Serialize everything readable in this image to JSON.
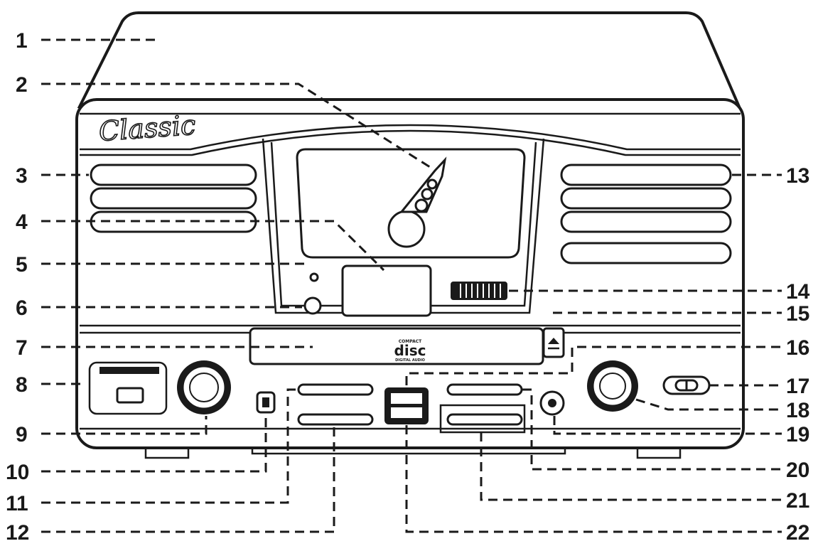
{
  "brand_logo": "Classic",
  "disc_logo": {
    "top_text": "COMPACT",
    "main_text": "disc",
    "bottom_text": "DIGITAL AUDIO"
  },
  "callouts": [
    {
      "id": "callout-1",
      "number": "1"
    },
    {
      "id": "callout-2",
      "number": "2"
    },
    {
      "id": "callout-3",
      "number": "3"
    },
    {
      "id": "callout-4",
      "number": "4"
    },
    {
      "id": "callout-5",
      "number": "5"
    },
    {
      "id": "callout-6",
      "number": "6"
    },
    {
      "id": "callout-7",
      "number": "7"
    },
    {
      "id": "callout-8",
      "number": "8"
    },
    {
      "id": "callout-9",
      "number": "9"
    },
    {
      "id": "callout-10",
      "number": "10"
    },
    {
      "id": "callout-11",
      "number": "11"
    },
    {
      "id": "callout-12",
      "number": "12"
    },
    {
      "id": "callout-13",
      "number": "13"
    },
    {
      "id": "callout-14",
      "number": "14"
    },
    {
      "id": "callout-15",
      "number": "15"
    },
    {
      "id": "callout-16",
      "number": "16"
    },
    {
      "id": "callout-17",
      "number": "17"
    },
    {
      "id": "callout-18",
      "number": "18"
    },
    {
      "id": "callout-19",
      "number": "19"
    },
    {
      "id": "callout-20",
      "number": "20"
    },
    {
      "id": "callout-21",
      "number": "21"
    },
    {
      "id": "callout-22",
      "number": "22"
    }
  ]
}
